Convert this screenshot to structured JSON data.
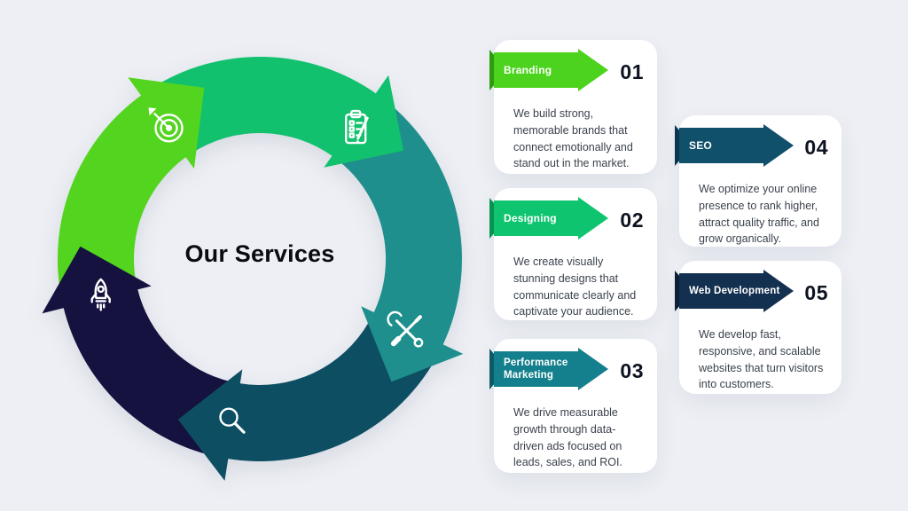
{
  "page": {
    "background": "#edeff4"
  },
  "diagram": {
    "center_label": "Our Services",
    "segments": [
      {
        "name": "branding",
        "icon": "target-dart-icon",
        "color": "#53d41e",
        "tail": 247,
        "tip": 342
      },
      {
        "name": "designing",
        "icon": "clipboard-checklist-icon",
        "color": "#12c16e",
        "tail": 327,
        "tip": 53
      },
      {
        "name": "performance-marketing",
        "icon": "wrench-screwdriver-icon",
        "color": "#1e8f8c",
        "tail": 38,
        "tip": 133
      },
      {
        "name": "seo",
        "icon": "magnifier-icon",
        "color": "#0d4e63",
        "tail": 120,
        "tip": 207
      },
      {
        "name": "web-development",
        "icon": "rocket-icon",
        "color": "#151240",
        "tail": 193,
        "tip": 274
      }
    ]
  },
  "cards": [
    {
      "label": "Branding",
      "number": "01",
      "ribbon_color": "#4cd31d",
      "fold_color": "#2f9b10",
      "description": "We build strong, memorable brands that connect emotionally and stand out in the market."
    },
    {
      "label": "Designing",
      "number": "02",
      "ribbon_color": "#0fc46f",
      "fold_color": "#099350",
      "description": "We create visually stunning designs that communicate clearly and captivate your audience."
    },
    {
      "label": "Performance Marketing",
      "number": "03",
      "ribbon_color": "#15808d",
      "fold_color": "#0d5a66",
      "description": "We drive measurable growth through data-driven ads focused on leads, sales, and ROI."
    },
    {
      "label": "SEO",
      "number": "04",
      "ribbon_color": "#10506b",
      "fold_color": "#093750",
      "description": "We optimize your online presence to rank higher, attract quality traffic, and grow organically."
    },
    {
      "label": "Web Development",
      "number": "05",
      "ribbon_color": "#143050",
      "fold_color": "#0c2138",
      "description": "We develop fast, responsive, and scalable websites that turn visitors into customers."
    }
  ]
}
